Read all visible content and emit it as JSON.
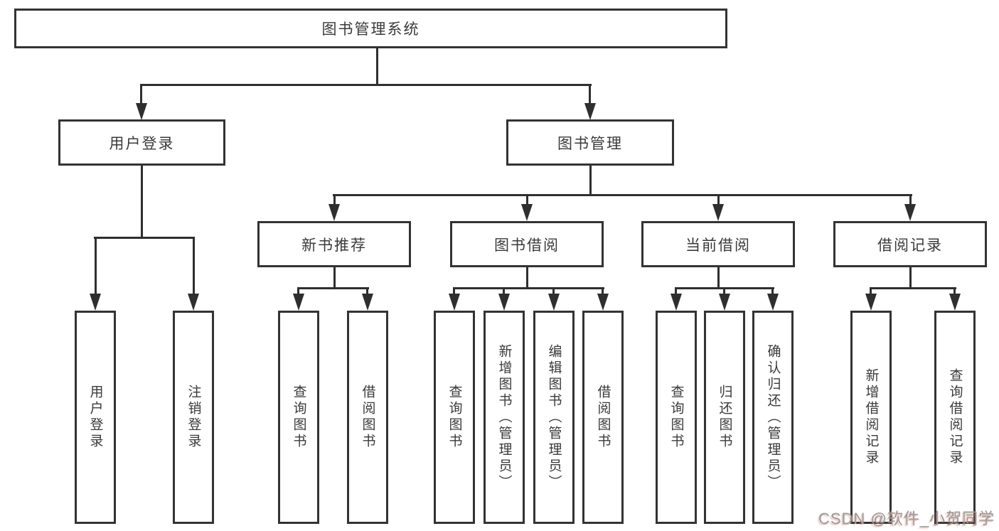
{
  "nodes": {
    "root": "图书管理系统",
    "user_login": "用户登录",
    "book_mgmt": "图书管理",
    "new_book_rec": "新书推荐",
    "book_borrow": "图书借阅",
    "current_borrow": "当前借阅",
    "borrow_record": "借阅记录",
    "leaf_user_login": "用户登录",
    "leaf_logout": "注销登录",
    "leaf_nb_query": "查询图书",
    "leaf_nb_borrow": "借阅图书",
    "leaf_bb_query": "查询图书",
    "leaf_bb_add": "新增图书（管理员）",
    "leaf_bb_edit": "编辑图书（管理员）",
    "leaf_bb_borrow": "借阅图书",
    "leaf_cb_query": "查询图书",
    "leaf_cb_return": "归还图书",
    "leaf_cb_confirm": "确认归还（管理员）",
    "leaf_br_add": "新增借阅记录",
    "leaf_br_query": "查询借阅记录"
  },
  "watermark": "CSDN @软件_小贺同学",
  "colors": {
    "line": "#2f2f2f",
    "box_border": "#333333",
    "text": "#3a3a3a",
    "background": "#ffffff",
    "watermark_gray": "#9b9b9b",
    "watermark_accent": "#fc5531"
  }
}
